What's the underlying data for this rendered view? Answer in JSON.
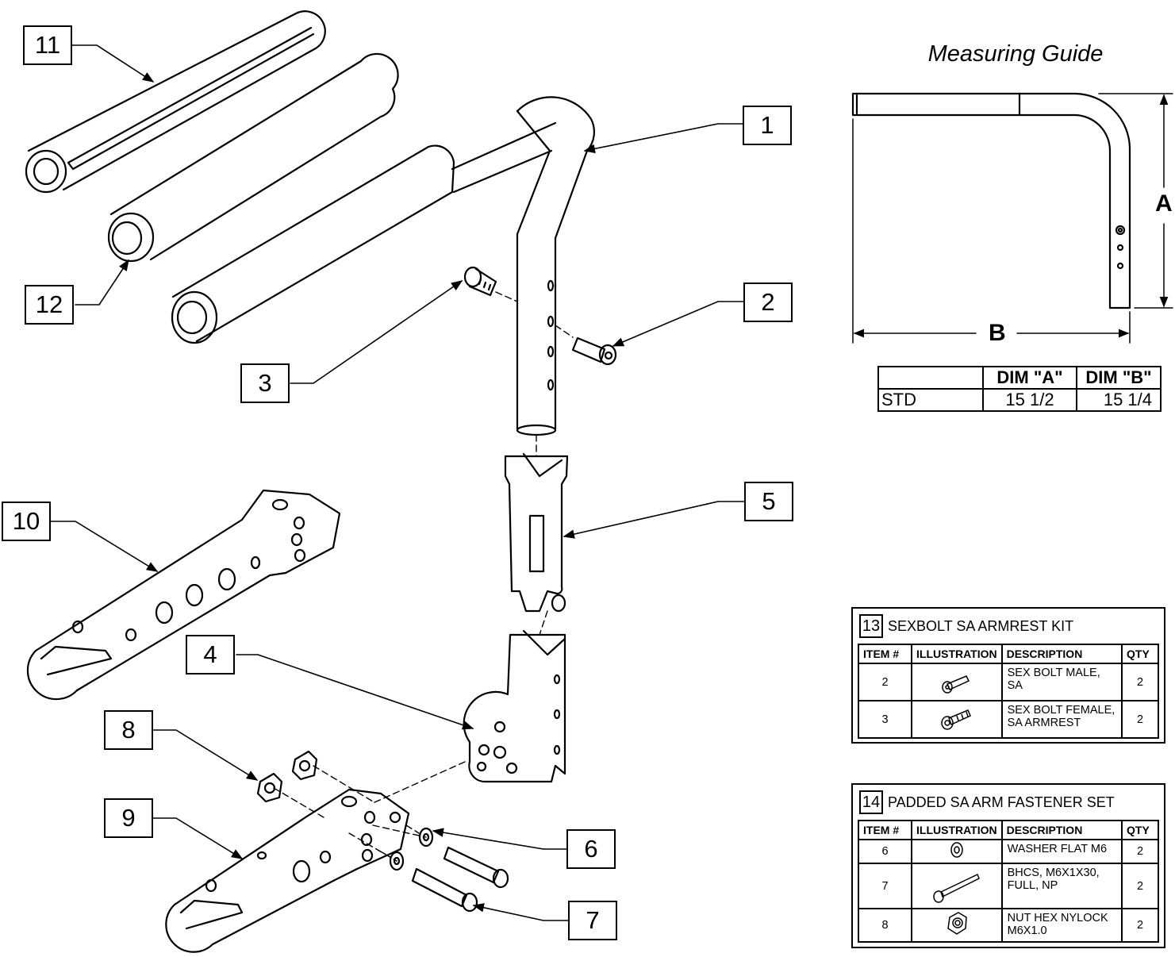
{
  "callouts": [
    "1",
    "2",
    "3",
    "4",
    "5",
    "6",
    "7",
    "8",
    "9",
    "10",
    "11",
    "12"
  ],
  "measuring_guide": {
    "title": "Measuring Guide",
    "label_a": "A",
    "label_b": "B",
    "table": {
      "headers": [
        "",
        "DIM \"A\"",
        "DIM \"B\""
      ],
      "rows": [
        [
          "STD",
          "15 1/2",
          "15 1/4"
        ]
      ]
    }
  },
  "kits": [
    {
      "number": "13",
      "title": "SEXBOLT SA ARMREST KIT",
      "columns": [
        "ITEM #",
        "ILLUSTRATION",
        "DESCRIPTION",
        "QTY"
      ],
      "rows": [
        {
          "item": "2",
          "icon": "sex-bolt-male-icon",
          "description": "SEX BOLT MALE, SA",
          "qty": "2"
        },
        {
          "item": "3",
          "icon": "sex-bolt-female-icon",
          "description": "SEX BOLT FEMALE, SA ARMREST",
          "qty": "2"
        }
      ]
    },
    {
      "number": "14",
      "title": "PADDED SA ARM FASTENER SET",
      "columns": [
        "ITEM #",
        "ILLUSTRATION",
        "DESCRIPTION",
        "QTY"
      ],
      "rows": [
        {
          "item": "6",
          "icon": "washer-icon",
          "description": "WASHER FLAT M6",
          "qty": "2"
        },
        {
          "item": "7",
          "icon": "bolt-icon",
          "description": "BHCS, M6X1X30, FULL, NP",
          "qty": "2"
        },
        {
          "item": "8",
          "icon": "nut-icon",
          "description": "NUT HEX NYLOCK M6X1.0",
          "qty": "2"
        }
      ]
    }
  ]
}
